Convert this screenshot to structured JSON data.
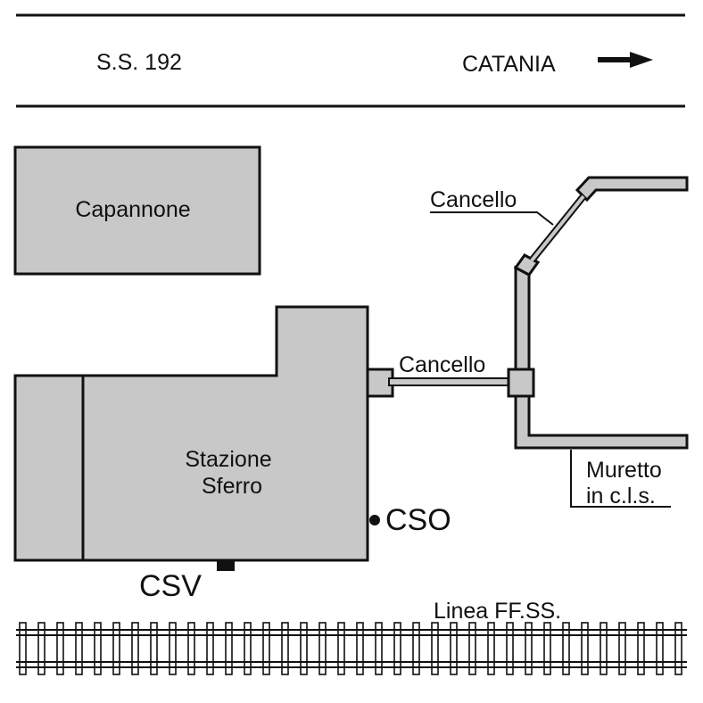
{
  "road": {
    "name": "S.S. 192",
    "destination": "CATANIA"
  },
  "buildings": {
    "shed": "Capannone",
    "station_line1": "Stazione",
    "station_line2": "Sferro"
  },
  "gates": {
    "upper": "Cancello",
    "middle": "Cancello"
  },
  "wall": {
    "line1": "Muretto",
    "line2": "in c.l.s."
  },
  "equipment": {
    "cso": "CSO",
    "csv": "CSV"
  },
  "railway": {
    "name": "Linea FF.SS."
  },
  "colors": {
    "fill": "#c8c8c8",
    "stroke": "#111111",
    "background": "#ffffff"
  }
}
